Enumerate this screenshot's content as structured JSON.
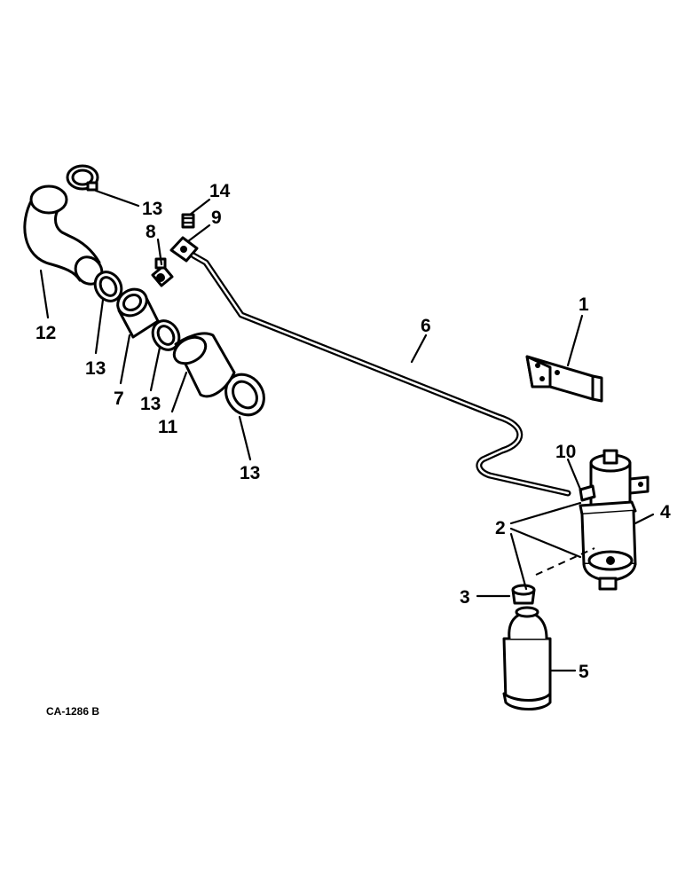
{
  "drawing_code": "CA-1286 B",
  "callouts": {
    "c1": "1",
    "c2": "2",
    "c3": "3",
    "c4": "4",
    "c5": "5",
    "c6": "6",
    "c7": "7",
    "c8": "8",
    "c9": "9",
    "c10": "10",
    "c11": "11",
    "c12": "12",
    "c13a": "13",
    "c13b": "13",
    "c13c": "13",
    "c13d": "13",
    "c14": "14"
  }
}
